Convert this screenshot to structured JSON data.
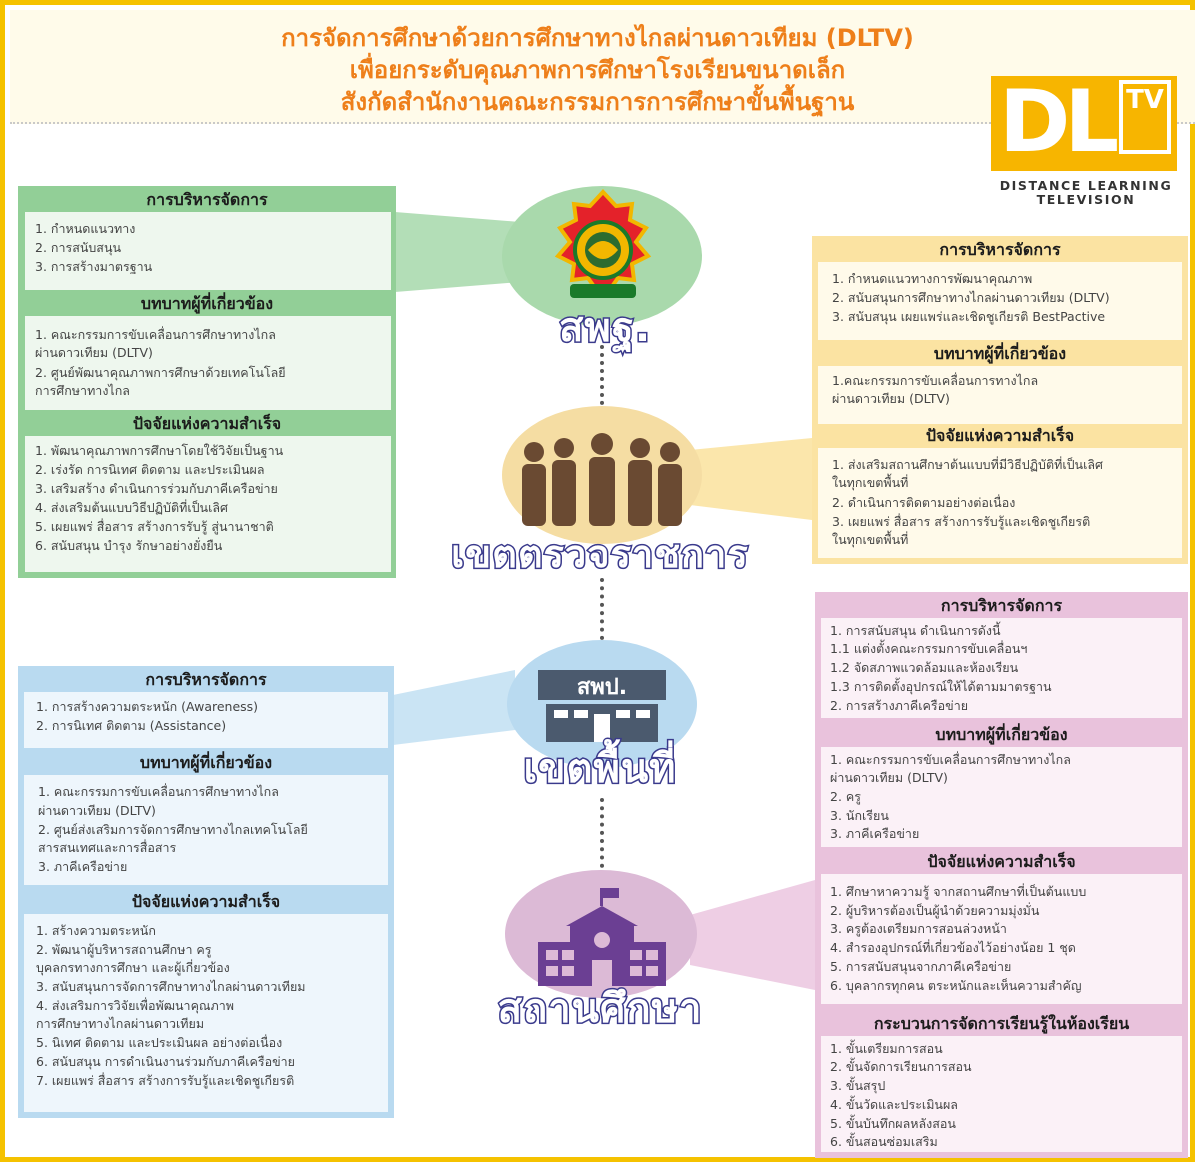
{
  "title": {
    "line1": "การจัดการศึกษาด้วยการศึกษาทางไกลผ่านดาวเทียม (DLTV)",
    "line2": "เพื่อยกระดับคุณภาพการศึกษาโรงเรียนขนาดเล็ก",
    "line3": "สังกัดสำนักงานคณะกรรมการการศึกษาขั้นพื้นฐาน"
  },
  "logo": {
    "word": "DL",
    "tv": "TV",
    "sub1": "DISTANCE LEARNING",
    "sub2": "TELEVISION"
  },
  "hubs": {
    "obec": {
      "label": "สพฐ.",
      "icon": "obec-emblem-icon"
    },
    "inspection": {
      "label": "เขตตรวจราชการ",
      "icon": "people-group-icon"
    },
    "area": {
      "label": "เขตพื้นที่",
      "icon": "office-building-icon",
      "building_text": "สพป."
    },
    "school": {
      "label": "สถานศึกษา",
      "icon": "school-building-icon"
    }
  },
  "panel_obec": {
    "sections": [
      {
        "title": "การบริหารจัดการ",
        "items": [
          "1. กำหนดแนวทาง",
          "2. การสนับสนุน",
          "3. การสร้างมาตรฐาน"
        ]
      },
      {
        "title": "บทบาทผู้ที่เกี่ยวข้อง",
        "items": [
          "1. คณะกรรมการขับเคลื่อนการศึกษาทางไกล",
          "    ผ่านดาวเทียม (DLTV)",
          "2. ศูนย์พัฒนาคุณภาพการศึกษาด้วยเทคโนโลยี",
          "    การศึกษาทางไกล"
        ]
      },
      {
        "title": "ปัจจัยแห่งความสำเร็จ",
        "items": [
          "1. พัฒนาคุณภาพการศึกษาโดยใช้วิจัยเป็นฐาน",
          "2. เร่งรัด การนิเทศ ติดตาม และประเมินผล",
          "3. เสริมสร้าง  ดำเนินการร่วมกับภาคีเครือข่าย",
          "4. ส่งเสริมต้นแบบวิธีปฏิบัติที่เป็นเลิศ",
          "5. เผยแพร่ สื่อสาร สร้างการรับรู้ สู่นานาชาติ",
          "6. สนับสนุน  บำรุง  รักษาอย่างยั่งยืน"
        ]
      }
    ]
  },
  "panel_inspection": {
    "sections": [
      {
        "title": "การบริหารจัดการ",
        "items": [
          "1. กำหนดแนวทางการพัฒนาคุณภาพ",
          "2. สนับสนุนการศึกษาทางไกลผ่านดาวเทียม (DLTV)",
          "3. สนับสนุน เผยแพร่และเชิดชูเกียรติ BestPactive"
        ]
      },
      {
        "title": "บทบาทผู้ที่เกี่ยวข้อง",
        "items": [
          "1.คณะกรรมการขับเคลื่อนการทางไกล",
          "    ผ่านดาวเทียม  (DLTV)"
        ]
      },
      {
        "title": "ปัจจัยแห่งความสำเร็จ",
        "items": [
          "1. ส่งเสริมสถานศึกษาต้นแบบที่มีวิธีปฏิบัติที่เป็นเลิศ",
          "    ในทุกเขตพื้นที่",
          "2. ดำเนินการติดตามอย่างต่อเนื่อง",
          "3. เผยแพร่ สื่อสาร สร้างการรับรู้และเชิดชูเกียรติ",
          "    ในทุกเขตพื้นที่"
        ]
      }
    ]
  },
  "panel_area": {
    "sections": [
      {
        "title": "การบริหารจัดการ",
        "items": [
          "1.  การสร้างความตระหนัก (Awareness)",
          "2.  การนิเทศ ติดตาม (Assistance)"
        ]
      },
      {
        "title": "บทบาทผู้ที่เกี่ยวข้อง",
        "items": [
          "1. คณะกรรมการขับเคลื่อนการศึกษาทางไกล",
          "    ผ่านดาวเทียม  (DLTV)",
          "2. ศูนย์ส่งเสริมการจัดการศึกษาทางไกลเทคโนโลยี",
          "    สารสนเทศและการสื่อสาร",
          "3. ภาคีเครือข่าย"
        ]
      },
      {
        "title": "ปัจจัยแห่งความสำเร็จ",
        "items": [
          "1. สร้างความตระหนัก",
          "2. พัฒนาผู้บริหารสถานศึกษา  ครู",
          "    บุคลกรทางการศึกษา และผู้เกี่ยวข้อง",
          "3. สนับสนุนการจัดการศึกษาทางไกลผ่านดาวเทียม",
          "4. ส่งเสริมการวิจัยเพื่อพัฒนาคุณภาพ",
          "    การศึกษาทางไกลผ่านดาวเทียม",
          "5. นิเทศ ติดตาม และประเมินผล อย่างต่อเนื่อง",
          "6. สนับสนุน การดำเนินงานร่วมกับภาคีเครือข่าย",
          "7. เผยแพร่ สื่อสาร สร้างการรับรู้และเชิดชูเกียรติ"
        ]
      }
    ]
  },
  "panel_school": {
    "sections": [
      {
        "title": "การบริหารจัดการ",
        "items": [
          "1. การสนับสนุน  ดำเนินการดังนี้",
          "    1.1  แต่งตั้งคณะกรรมการขับเคลื่อนฯ",
          "    1.2  จัดสภาพแวดล้อมและห้องเรียน",
          "    1.3  การติดตั้งอุปกรณ์ให้ได้ตามมาตรฐาน",
          "2. การสร้างภาคีเครือข่าย"
        ]
      },
      {
        "title": "บทบาทผู้ที่เกี่ยวข้อง",
        "items": [
          "1. คณะกรรมการขับเคลื่อนการศึกษาทางไกล",
          "    ผ่านดาวเทียม  (DLTV)",
          "2. ครู",
          "3. นักเรียน",
          "3. ภาคีเครือข่าย"
        ]
      },
      {
        "title": "ปัจจัยแห่งความสำเร็จ",
        "items": [
          "1. ศึกษาหาความรู้ จากสถานศึกษาที่เป็นต้นแบบ",
          "2. ผู้บริหารต้องเป็นผู้นำด้วยความมุ่งมั่น",
          "3. ครูต้องเตรียมการสอนล่วงหน้า",
          "4. สำรองอุปกรณ์ที่เกี่ยวข้องไว้อย่างน้อย 1 ชุด",
          "5. การสนับสนุนจากภาคีเครือข่าย",
          "6. บุคลากรทุกคน ตระหนักและเห็นความสำคัญ"
        ]
      },
      {
        "title": "กระบวนการจัดการเรียนรู้ในห้องเรียน",
        "items": [
          "1. ขั้นเตรียมการสอน",
          "2. ขั้นจัดการเรียนการสอน",
          "3. ขั้นสรุป",
          "4. ขั้นวัดและประเมินผล",
          "5. ขั้นบันทึกผลหลังสอน",
          "6. ขั้นสอนซ่อมเสริม"
        ]
      }
    ]
  },
  "colors": {
    "frame": "#f5c200",
    "title": "#ee7f1a",
    "green": "#92cf97",
    "green_light": "#eef7ee",
    "yellow": "#fbe3a2",
    "yellow_light": "#fffaea",
    "blue": "#b9daf0",
    "blue_light": "#eef6fc",
    "pink": "#e9c2dc",
    "pink_light": "#fbf1f7",
    "hub_label_stroke": "#3a3a8c"
  }
}
